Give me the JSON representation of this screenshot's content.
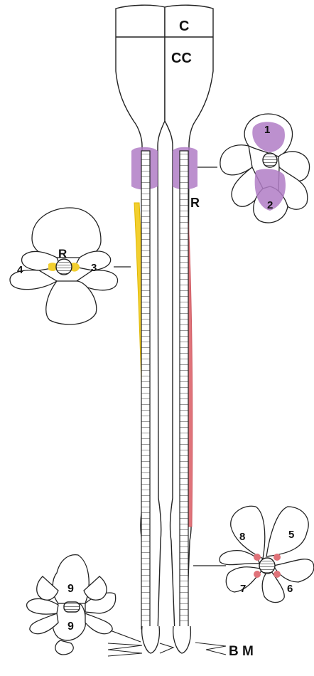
{
  "labels": {
    "cone": "C",
    "crystalline_cone": "CC",
    "rhabdom_top": "R",
    "rhabdom_left": "R",
    "basement_membrane": "B M"
  },
  "cells": {
    "top_right": [
      "1",
      "2"
    ],
    "left": [
      "3",
      "4"
    ],
    "bottom_right": [
      "5",
      "6",
      "7",
      "8"
    ],
    "bottom_left": [
      "9",
      "9"
    ]
  },
  "colors": {
    "purple_pigment": "#b07cc6",
    "yellow_rhabdom": "#f3cf2e",
    "red_rhabdom": "#e0737a",
    "outline": "#222222"
  }
}
